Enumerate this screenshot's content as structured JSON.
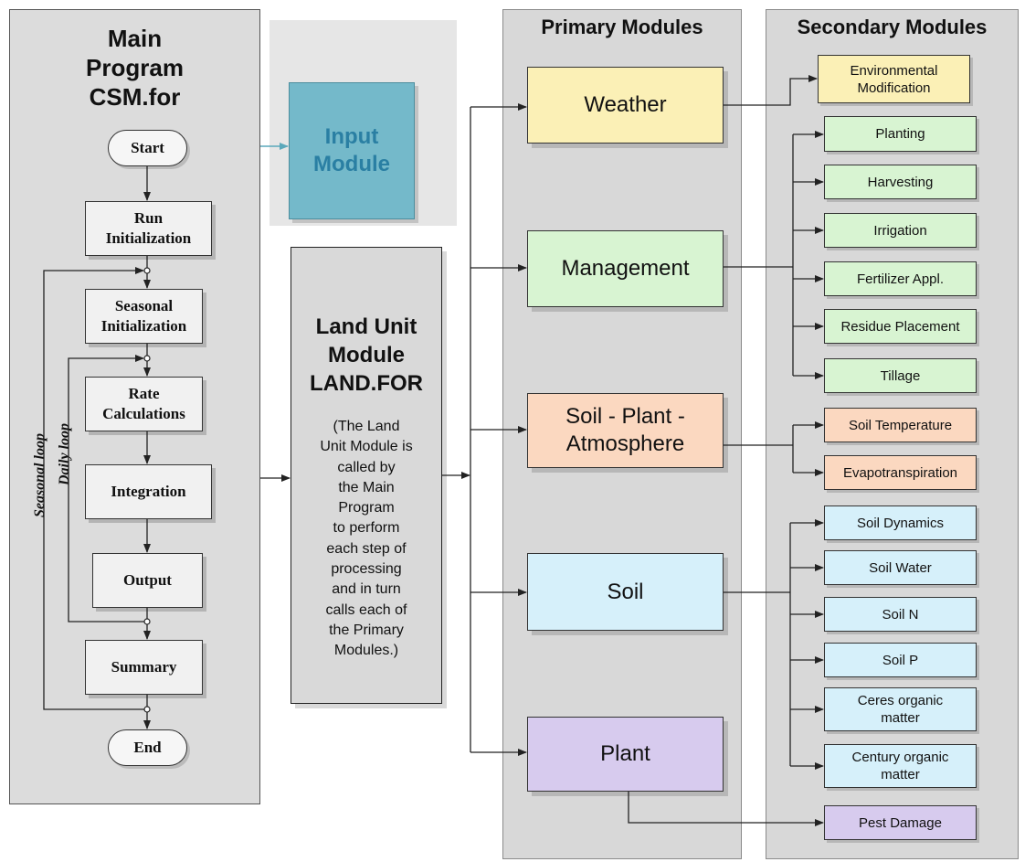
{
  "main_program": {
    "title": "Main\nProgram\nCSM.for",
    "start": "Start",
    "run_initialization": "Run\nInitialization",
    "seasonal_initialization": "Seasonal\nInitialization",
    "rate_calculations": "Rate\nCalculations",
    "integration": "Integration",
    "output": "Output",
    "summary": "Summary",
    "end": "End",
    "seasonal_loop": "Seasonal loop",
    "daily_loop": "Daily loop"
  },
  "input_module": "Input\nModule",
  "land_unit": {
    "title": "Land Unit\nModule\nLAND.FOR",
    "description": "(The Land\nUnit Module is\ncalled by\nthe Main\nProgram\nto perform\neach step of\nprocessing\nand in turn\ncalls each of\nthe Primary\nModules.)"
  },
  "primary": {
    "heading": "Primary Modules",
    "modules": [
      "Weather",
      "Management",
      "Soil - Plant -\nAtmosphere",
      "Soil",
      "Plant"
    ]
  },
  "secondary": {
    "heading": "Secondary Modules",
    "modules": [
      "Environmental\nModification",
      "Planting",
      "Harvesting",
      "Irrigation",
      "Fertilizer Appl.",
      "Residue Placement",
      "Tillage",
      "Soil Temperature",
      "Evapotranspiration",
      "Soil Dynamics",
      "Soil Water",
      "Soil N",
      "Soil P",
      "Ceres organic\nmatter",
      "Century organic\nmatter",
      "Pest Damage"
    ]
  },
  "colors": {
    "input_module": "#74b9ca",
    "weather": "#fbf0b6",
    "management": "#d8f4d2",
    "soil_plant_atmosphere": "#fbd8c0",
    "soil": "#d6f0fa",
    "plant": "#d7cbee",
    "input_arrow": "#5aa8bb"
  }
}
